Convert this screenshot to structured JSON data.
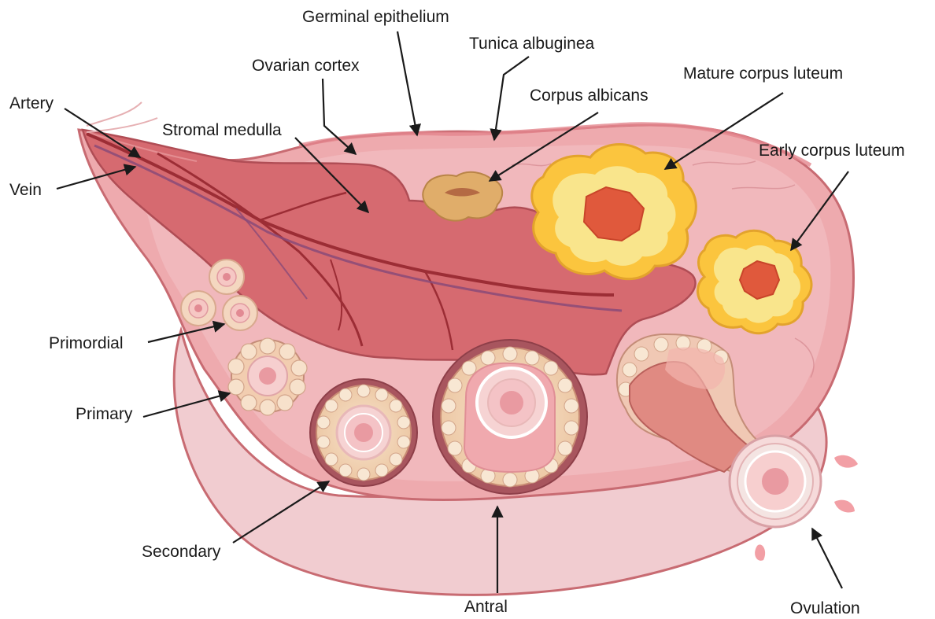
{
  "labels": {
    "germinal_epithelium": "Germinal epithelium",
    "tunica_albuginea": "Tunica albuginea",
    "ovarian_cortex": "Ovarian cortex",
    "corpus_albicans": "Corpus albicans",
    "mature_corpus_luteum": "Mature corpus luteum",
    "artery": "Artery",
    "stromal_medulla": "Stromal medulla",
    "early_corpus_luteum": "Early corpus luteum",
    "vein": "Vein",
    "primordial": "Primordial",
    "primary": "Primary",
    "secondary": "Secondary",
    "antral": "Antral",
    "ovulation": "Ovulation"
  },
  "colors": {
    "ovary_outer": "#eec3c6",
    "ovary_stroke": "#c86b72",
    "cortex": "#f2b3b6",
    "medulla": "#d4666c",
    "vessel": "#9c2d35",
    "vein": "#8a4a78",
    "corpus_luteum": "#fbc53e",
    "corpus_luteum_edge": "#f5e08a",
    "corpus_luteum_core": "#e0593c",
    "corpus_albicans": "#e0ad6a",
    "granulosa": "#f6dcc3",
    "oocyte": "#f0a6ad"
  }
}
